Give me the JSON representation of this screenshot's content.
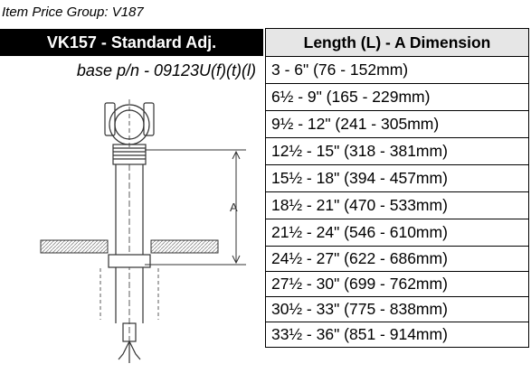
{
  "item_price_group": "Item Price Group: V187",
  "model_title": "VK157 - Standard Adj.",
  "base_part_number": "base p/n - 09123U(f)(t)(l)",
  "drawing": {
    "dimension_label": "A"
  },
  "table": {
    "header": "Length (L) - A Dimension",
    "rows": [
      "3 - 6\" (76 - 152mm)",
      "6½ - 9\" (165 - 229mm)",
      "9½ - 12\" (241 - 305mm)",
      "12½ - 15\" (318 - 381mm)",
      "15½ - 18\" (394 - 457mm)",
      "18½ - 21\" (470 - 533mm)",
      "21½ - 24\" (546 - 610mm)",
      "24½ - 27\" (622 - 686mm)",
      "27½ - 30\" (699 - 762mm)",
      "30½ - 33\" (775 - 838mm)",
      "33½ - 36\" (851 - 914mm)"
    ]
  }
}
